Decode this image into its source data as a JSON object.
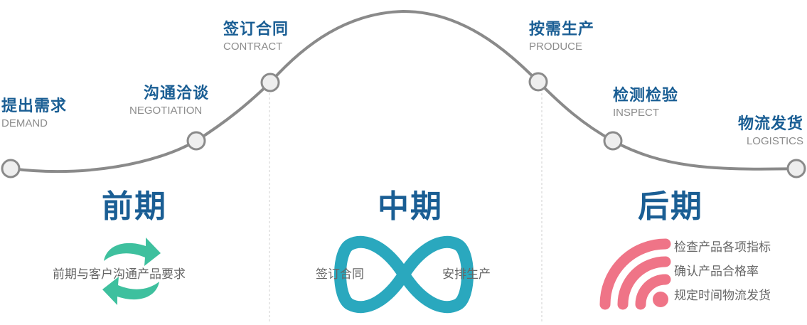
{
  "steps": [
    {
      "cn": "提出需求",
      "en": "DEMAND"
    },
    {
      "cn": "沟通洽谈",
      "en": "NEGOTIATION"
    },
    {
      "cn": "签订合同",
      "en": "CONTRACT"
    },
    {
      "cn": "按需生产",
      "en": "PRODUCE"
    },
    {
      "cn": "检测检验",
      "en": "INSPECT"
    },
    {
      "cn": "物流发货",
      "en": "LOGISTICS"
    }
  ],
  "phases": {
    "early": {
      "title": "前期",
      "desc": "前期与客户沟通产品要求"
    },
    "middle": {
      "title": "中期",
      "left": "签订合同",
      "right": "安排生产"
    },
    "late": {
      "title": "后期",
      "items": [
        "检查产品各项指标",
        "确认产品合格率",
        "规定时间物流发货"
      ]
    }
  },
  "colors": {
    "title_blue": "#1a5e94",
    "curve_gray": "#8a8a8a",
    "green": "#3ec09e",
    "teal": "#2aa8be",
    "pink": "#ef7487"
  },
  "icons": {
    "early": "recycle-arrows-icon",
    "middle": "infinity-icon",
    "late": "signal-waves-icon"
  }
}
